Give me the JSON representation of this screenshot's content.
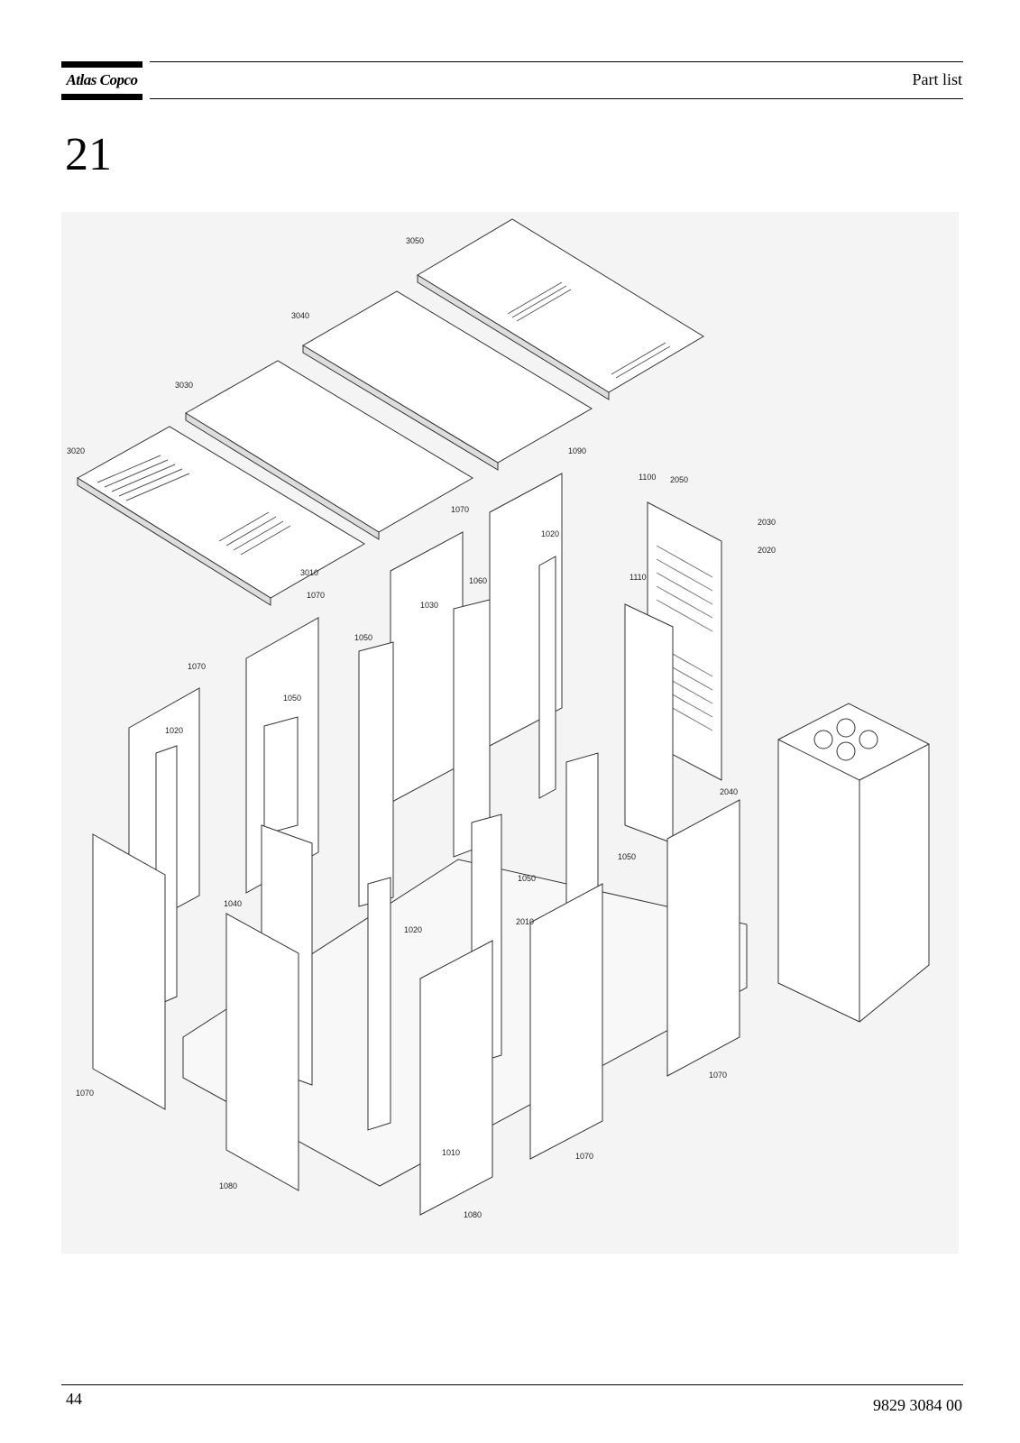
{
  "header": {
    "brand": "Atlas Copco",
    "section_title": "Part list"
  },
  "page": {
    "figure_number": "21"
  },
  "figure": {
    "callouts": {
      "c3050": "3050",
      "c3040": "3040",
      "c3030": "3030",
      "c3020": "3020",
      "c3010": "3010",
      "c1090": "1090",
      "c1100": "1100",
      "c2050": "2050",
      "c2030": "2030",
      "c2020": "2020",
      "c1070a": "1070",
      "c1070b": "1070",
      "c1070c": "1070",
      "c1070d": "1070",
      "c1070e": "1070",
      "c1070f": "1070",
      "c1020a": "1020",
      "c1020b": "1020",
      "c1020c": "1020",
      "c1060": "1060",
      "c1030": "1030",
      "c1110": "1110",
      "c1050a": "1050",
      "c1050b": "1050",
      "c1050c": "1050",
      "c1050d": "1050",
      "c1040": "1040",
      "c2010": "2010",
      "c2040": "2040",
      "c1010": "1010",
      "c1080a": "1080",
      "c1080b": "1080"
    }
  },
  "footer": {
    "page_number": "44",
    "doc_number": "9829 3084 00"
  }
}
